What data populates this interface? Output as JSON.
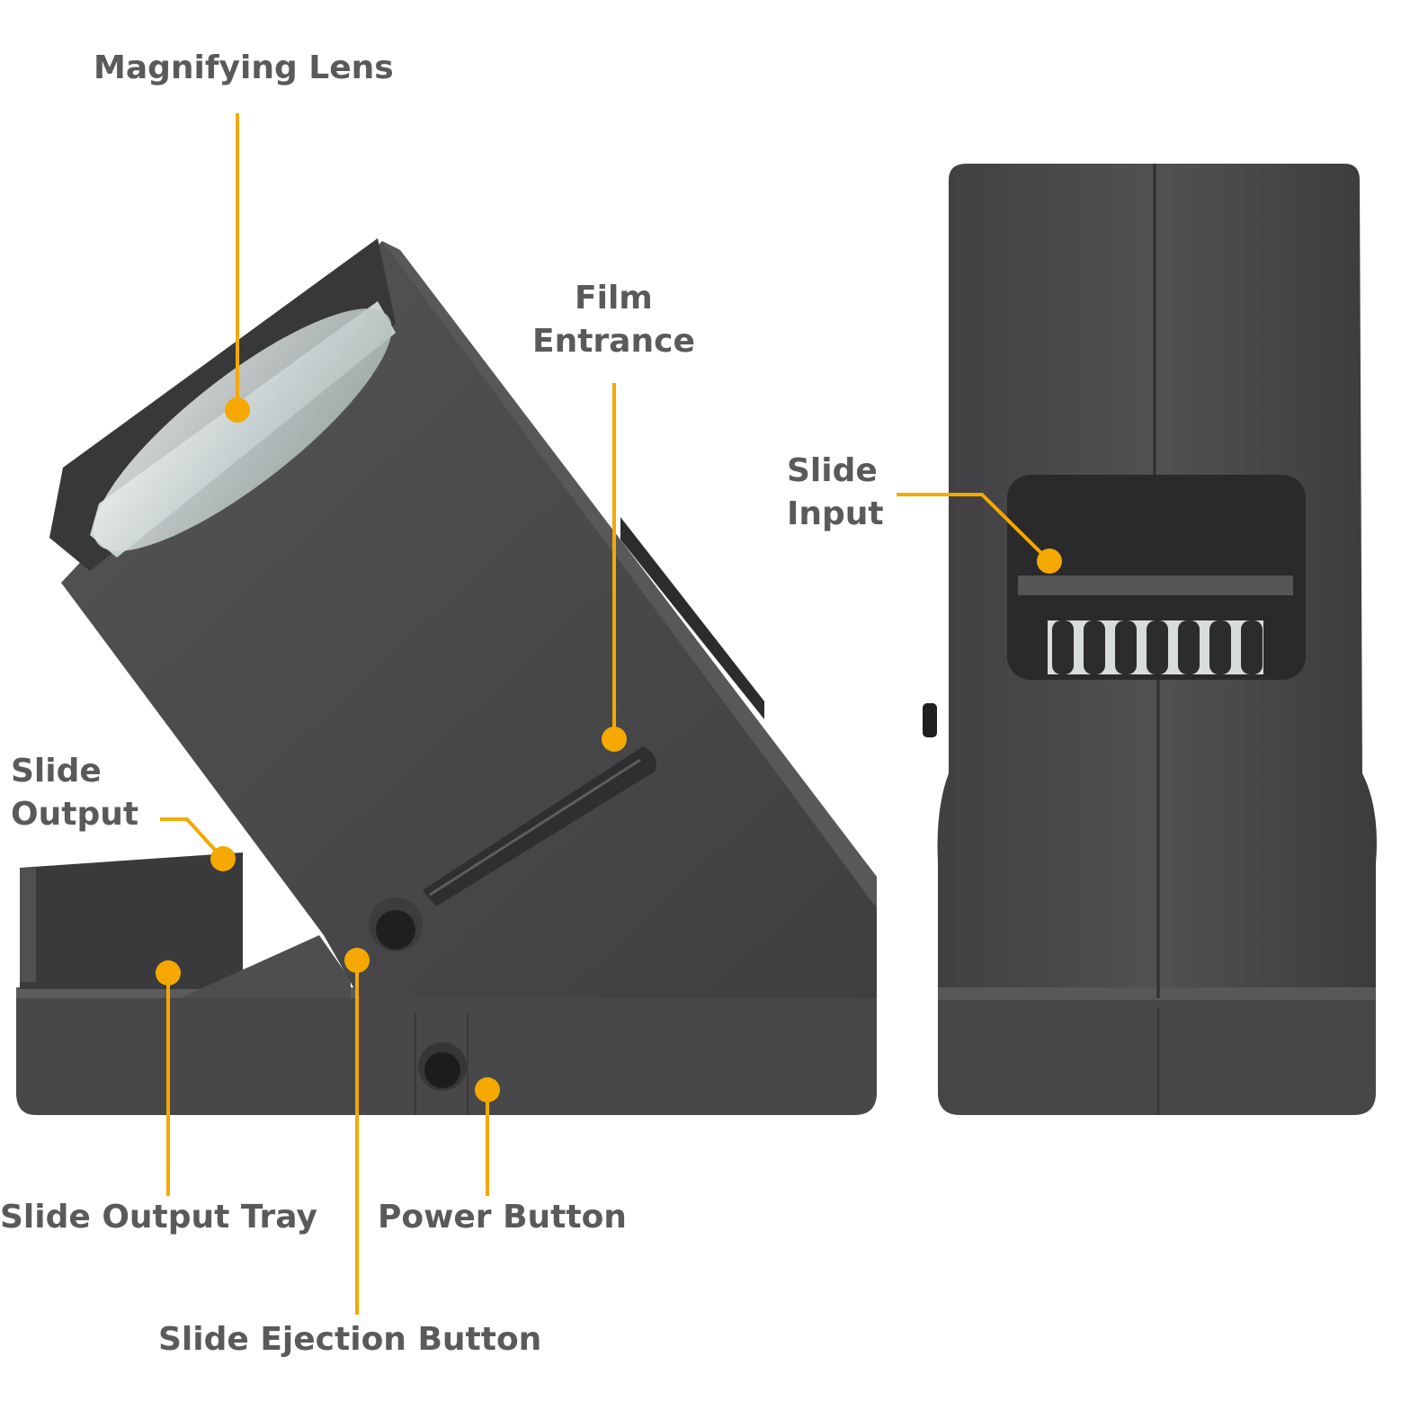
{
  "colors": {
    "accent": "#f5a800",
    "label": "#5a5a5a",
    "device_body": "#4b4b4d",
    "device_dark": "#2e2e30",
    "background": "#ffffff"
  },
  "labels": {
    "magnifying_lens": "Magnifying Lens",
    "film_entrance_1": "Film",
    "film_entrance_2": "Entrance",
    "slide_input_1": "Slide",
    "slide_input_2": "Input",
    "slide_output_1": "Slide",
    "slide_output_2": "Output",
    "slide_output_tray": "Slide Output Tray",
    "power_button": "Power Button",
    "slide_ejection_button": "Slide Ejection Button"
  }
}
